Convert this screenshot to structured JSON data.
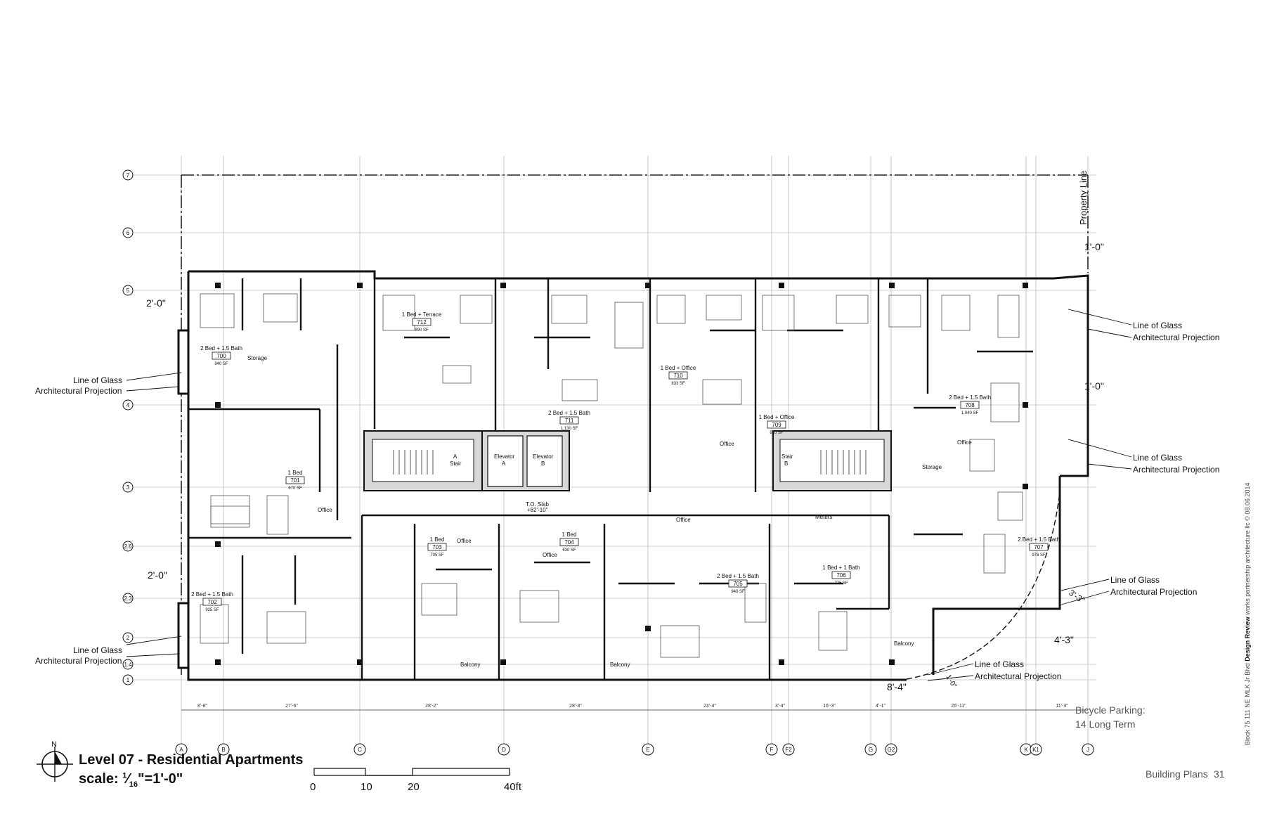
{
  "drawing": {
    "title": "Level 07 - Residential Apartments",
    "scale_prefix": "scale: ",
    "scale_fraction_num": "1",
    "scale_fraction_den": "16",
    "scale_suffix": "\"=1'-0\"",
    "scale_bar": [
      "0",
      "10",
      "20",
      "40ft"
    ],
    "property_line": "Property Line",
    "bicycle_parking": [
      "Bicycle Parking:",
      "14 Long Term"
    ],
    "footer_section": "Building Plans",
    "page_number": "31",
    "side_credit_a": "Block 75  111 NE MLK Jr Blvd  ",
    "side_credit_b": "Design Review",
    "side_credit_c": "   works partnership architecture llc © 08.06.2014"
  },
  "dimensions": {
    "left_top": "2'-0\"",
    "left_bottom": "2'-0\"",
    "right_1": "1'-0\"",
    "right_2": "1'-0\"",
    "corner": "3'-3\"",
    "right_low": "4'-3\"",
    "bottom_mid": "8'-4\"",
    "bottom_small": "1'-0\""
  },
  "callouts": {
    "line_of_glass": "Line of Glass",
    "arch_projection": "Architectural Projection"
  },
  "grid": {
    "columns": [
      "A",
      "B",
      "C",
      "D",
      "E",
      "F",
      "F2",
      "G",
      "G2",
      "K",
      "K1",
      "J"
    ],
    "rows": [
      "7",
      "6",
      "5",
      "4",
      "3",
      "2.6",
      "2.3",
      "2",
      "1.4",
      "1"
    ],
    "bottom_dims": [
      "8'-8\"",
      "27'-6\"",
      "28'-2\"",
      "28'-8\"",
      "24'-4\"",
      "3'-4\"",
      "16'-3\"",
      "4'-1\"",
      "26'-11\"",
      "11'-3\""
    ]
  },
  "units": [
    {
      "type": "2 Bed + 1.5 Bath",
      "num": "700",
      "sf": "940 SF"
    },
    {
      "type": "1 Bed",
      "num": "701",
      "sf": "670 SF"
    },
    {
      "type": "2 Bed + 1.5 Bath",
      "num": "702",
      "sf": "925 SF"
    },
    {
      "type": "1 Bed",
      "num": "703",
      "sf": "705 SF"
    },
    {
      "type": "1 Bed",
      "num": "704",
      "sf": "630 SF"
    },
    {
      "type": "2 Bed + 1.5 Bath",
      "num": "705",
      "sf": "940 SF"
    },
    {
      "type": "1 Bed + 1 Bath",
      "num": "706",
      "sf": "775 SF"
    },
    {
      "type": "2 Bed + 1.5 Bath",
      "num": "707",
      "sf": "978 SF"
    },
    {
      "type": "2 Bed + 1.5 Bath",
      "num": "708",
      "sf": "1,040 SF"
    },
    {
      "type": "1 Bed + Office",
      "num": "709",
      "sf": "810 SF"
    },
    {
      "type": "1 Bed + Office",
      "num": "710",
      "sf": "833 SF"
    },
    {
      "type": "2 Bed + 1.5 Bath",
      "num": "711",
      "sf": "1,130 SF"
    },
    {
      "type": "1 Bed + Terrace",
      "num": "712",
      "sf": "890 SF"
    }
  ],
  "rooms": {
    "stair_a": [
      "A",
      "Stair"
    ],
    "stair_b": [
      "Stair",
      "B"
    ],
    "elevator_a": [
      "Elevator",
      "A"
    ],
    "elevator_b": [
      "Elevator",
      "B"
    ],
    "storage": "Storage",
    "office": "Office",
    "balcony": "Balcony",
    "meters": "Meters",
    "slab": [
      "T.O. Slab",
      "+82'-10\""
    ]
  }
}
